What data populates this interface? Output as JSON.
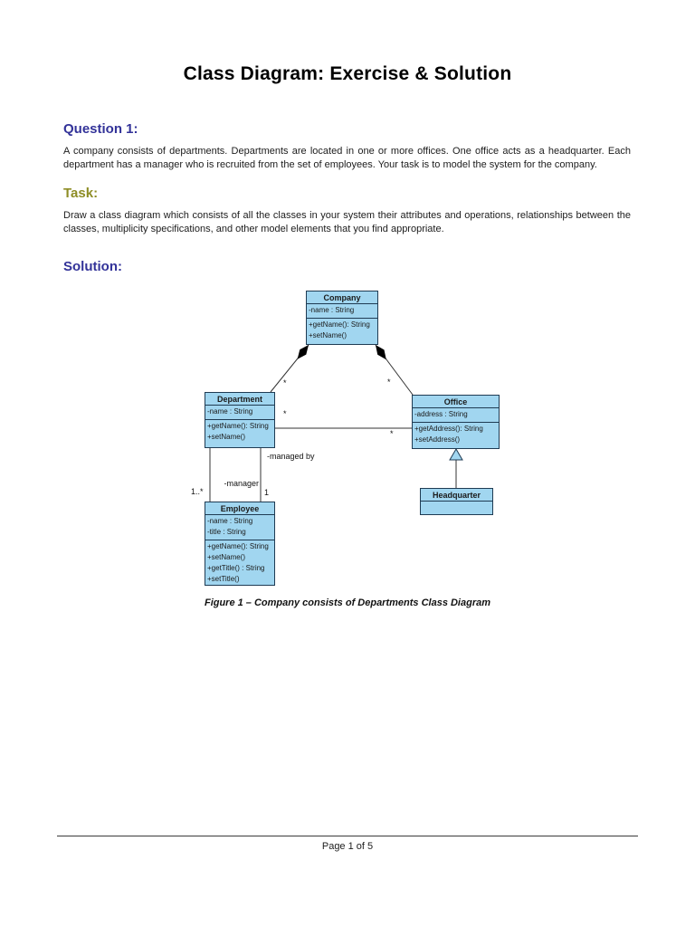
{
  "page": {
    "title": "Class Diagram: Exercise & Solution",
    "footer_text": "Page 1 of 5"
  },
  "question": {
    "heading": "Question 1:",
    "body": "A company consists of departments. Departments are located in one or more offices. One office acts as a headquarter. Each department has a manager who is recruited from the set of employees. Your task is to model the system for the company."
  },
  "task": {
    "heading": "Task:",
    "body": "Draw a class diagram which consists of all the classes in your system their attributes and operations, relationships between the classes, multiplicity specifications, and other model elements that you find appropriate."
  },
  "solution": {
    "heading": "Solution:"
  },
  "diagram": {
    "caption": "Figure 1 – Company consists of Departments Class Diagram",
    "classes": [
      {
        "name": "Company",
        "attributes": [
          "-name : String"
        ],
        "operations": [
          "+getName(): String",
          "+setName()"
        ]
      },
      {
        "name": "Department",
        "attributes": [
          "-name : String"
        ],
        "operations": [
          "+getName(): String",
          "+setName()"
        ]
      },
      {
        "name": "Office",
        "attributes": [
          "-address : String"
        ],
        "operations": [
          "+getAddress(): String",
          "+setAddress()"
        ]
      },
      {
        "name": "Employee",
        "attributes": [
          "-name : String",
          "-title : String"
        ],
        "operations": [
          "+getName(): String",
          "+setName()",
          "+getTitle() : String",
          "+setTitle()"
        ]
      },
      {
        "name": "Headquarter",
        "attributes": [],
        "operations": []
      }
    ],
    "labels": {
      "company_department_multiplicity": "*",
      "company_office_multiplicity": "*",
      "department_office_near_multiplicity": "*",
      "department_office_far_multiplicity": "*",
      "managed_by_role": "-managed by",
      "manager_role": "-manager",
      "manager_multiplicity": "1",
      "employee_multiplicity": "1..*"
    },
    "colors": {
      "class_fill": "#a1d6f0",
      "class_border": "#1f3b53",
      "heading_blue": "#333399",
      "heading_olive": "#8e8d25"
    }
  }
}
